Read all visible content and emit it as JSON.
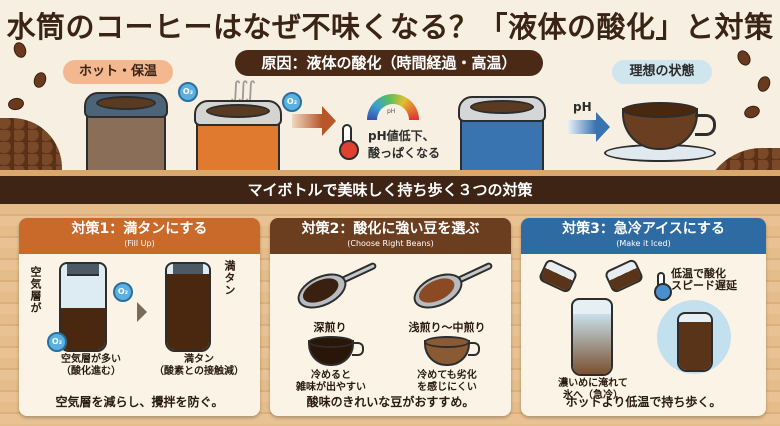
{
  "title": "水筒のコーヒーはなぜ不味くなる？「液体の酸化」と対策",
  "top": {
    "hot_label": "ホット・保温",
    "cause_label": "原因：液体の酸化（時間経過・高温）",
    "ideal_label": "理想の状態",
    "o2_label": "O₂",
    "gauge_label": "pH",
    "ph_drop_line1": "pH値低下、",
    "ph_drop_line2": "酸っぱくなる",
    "ph_arrow_label": "pH"
  },
  "banner": "マイボトルで美味しく持ち歩く３つの対策",
  "cards": [
    {
      "title": "対策1：満タンにする",
      "subtitle": "(Fill Up)",
      "color": "#c9692a",
      "vertical_label": "空気層が",
      "full_label": "満タン",
      "left_caption_1": "空気層が多い",
      "left_caption_2": "（酸化進む）",
      "right_caption_1": "満タン",
      "right_caption_2": "（酸素との接触減）",
      "footer": "空気層を減らし、攪拌を防ぐ。"
    },
    {
      "title": "対策2：酸化に強い豆を選ぶ",
      "subtitle": "(Choose Right Beans)",
      "color": "#6b3e1f",
      "left_roast": "深煎り",
      "right_roast": "浅煎り〜中煎り",
      "left_note_1": "冷めると",
      "left_note_2": "雑味が出やすい",
      "right_note_1": "冷めても劣化",
      "right_note_2": "を感じにくい",
      "footer": "酸味のきれいな豆がおすすめ。"
    },
    {
      "title": "対策3：急冷アイスにする",
      "subtitle": "(Make it Iced)",
      "color": "#2f6ba3",
      "note_1": "低温で酸化",
      "note_2": "スピード遅延",
      "caption_1": "濃いめに淹れて",
      "caption_2": "氷へ（急冷）",
      "footer": "ホットより低温で持ち歩く。"
    }
  ]
}
